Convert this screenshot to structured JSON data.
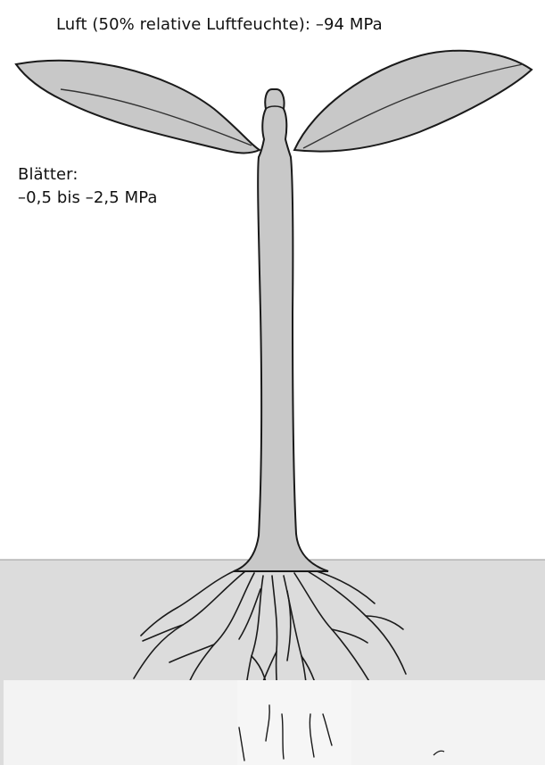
{
  "labels": {
    "air": "Luft (50% relative Luftfeuchte): –94 MPa",
    "leaves_title": "Blätter:",
    "leaves_value": "–0,5 bis –2,5 MPa"
  },
  "colors": {
    "background": "#ffffff",
    "plant_fill": "#c8c8c8",
    "soil_fill": "#dcdcdc",
    "outline": "#1a1a1a",
    "mask_fill": "#f3f3f3"
  }
}
